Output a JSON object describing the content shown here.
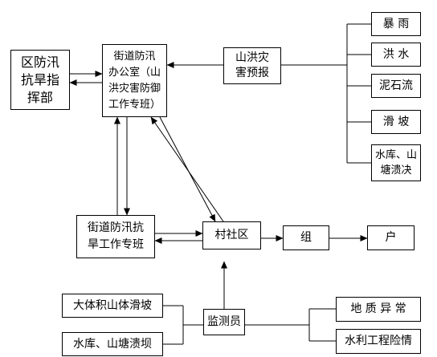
{
  "nodes": {
    "district_hq": "区防汛抗旱指挥部",
    "street_office": "街道防汛办公室（山洪灾害防御工作专班）",
    "flash_flood_warning": "山洪灾害预报",
    "rainstorm": "暴雨",
    "flood": "洪水",
    "debris_flow": "泥石流",
    "landslide": "滑坡",
    "dam_break": "水库、山塘溃决",
    "street_team": "街道防汛抗旱工作专班",
    "village": "村社区",
    "group": "组",
    "household": "户",
    "large_landslide": "大体积山体滑坡",
    "reservoir_break": "水库、山塘溃坝",
    "monitor": "监测员",
    "geo_anomaly": "地质异常",
    "water_project_danger": "水利工程险情"
  },
  "display": {
    "district_hq": "区防汛\n抗旱指\n挥部",
    "street_office": "街道防汛\n办公室（山\n洪灾害防御\n工作专班）",
    "flash_flood_warning": "山洪灾\n害预报",
    "rainstorm": "暴 雨",
    "flood": "洪 水",
    "debris_flow": "泥石流",
    "landslide": "滑 坡",
    "dam_break": "水库、山\n塘溃决",
    "street_team": "街道防汛抗\n旱工作专班",
    "village": "村社区",
    "group": "组",
    "household": "户",
    "large_landslide": "大体积山体滑坡",
    "reservoir_break": "水库、山塘溃坝",
    "monitor": "监测员",
    "geo_anomaly": "地 质 异 常",
    "water_project_danger": "水利工程险情"
  }
}
